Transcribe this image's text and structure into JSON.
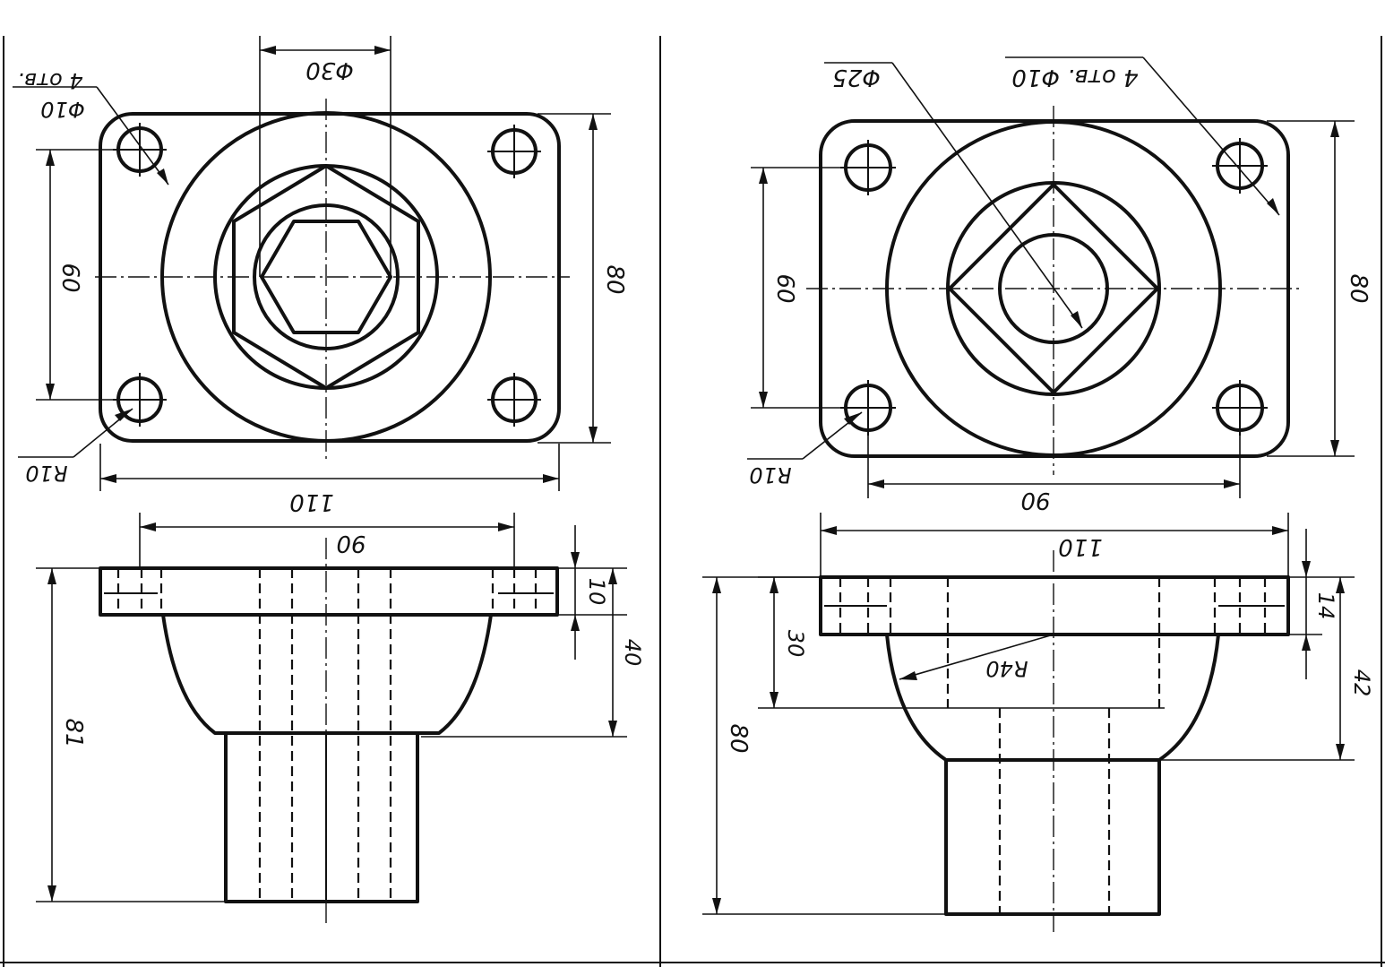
{
  "left": {
    "top": {
      "dim_width": "110",
      "dim_height": "80",
      "dim_holes": "60",
      "dim_bore": "Φ30",
      "dim_holes_dia": "Φ10",
      "dim_holes_count": "4 отв.",
      "dim_radius": "R10"
    },
    "front": {
      "dim_spacing": "90",
      "dim_flange": "10",
      "dim_upper": "40",
      "dim_total": "81"
    }
  },
  "right": {
    "top": {
      "dim_bore": "Φ25",
      "dim_holes_label": "4 отв. Φ10",
      "dim_height": "80",
      "dim_holes": "60",
      "dim_radius": "R10",
      "dim_spacing": "90"
    },
    "front": {
      "dim_width": "110",
      "dim_flange": "14",
      "dim_counterbore": "30",
      "dim_sphere": "R40",
      "dim_upper": "42",
      "dim_total": "80"
    }
  }
}
